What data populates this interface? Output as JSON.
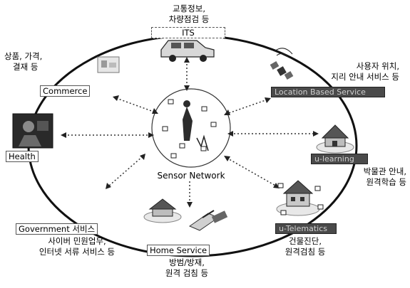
{
  "center": {
    "label": "Sensor Network"
  },
  "nodes": {
    "its": {
      "box_label": "ITS",
      "caption": [
        "교통정보,",
        "차량점검 등"
      ]
    },
    "commerce": {
      "box_label": "Commerce",
      "caption": [
        "상품, 가격,",
        "결재 등"
      ]
    },
    "location": {
      "box_label": "Location Based Service",
      "caption": [
        "사용자 위치,",
        "지리 안내 서비스 등"
      ]
    },
    "health": {
      "box_label": "Health"
    },
    "ubiquitous": {
      "box_label": "u-learning",
      "caption": [
        "박물관 안내,",
        "원격학습 등"
      ]
    },
    "telematics": {
      "box_label": "u-Telematics",
      "caption": [
        "건물진단,",
        "원격검침 등"
      ]
    },
    "government": {
      "box_label": "Government 서비스",
      "caption": [
        "사이버 민원업무,",
        "인터넷 서류 서비스 등"
      ]
    },
    "home": {
      "box_label": "Home Service",
      "caption": [
        "방범/방재,",
        "원격 검침 등"
      ]
    }
  }
}
